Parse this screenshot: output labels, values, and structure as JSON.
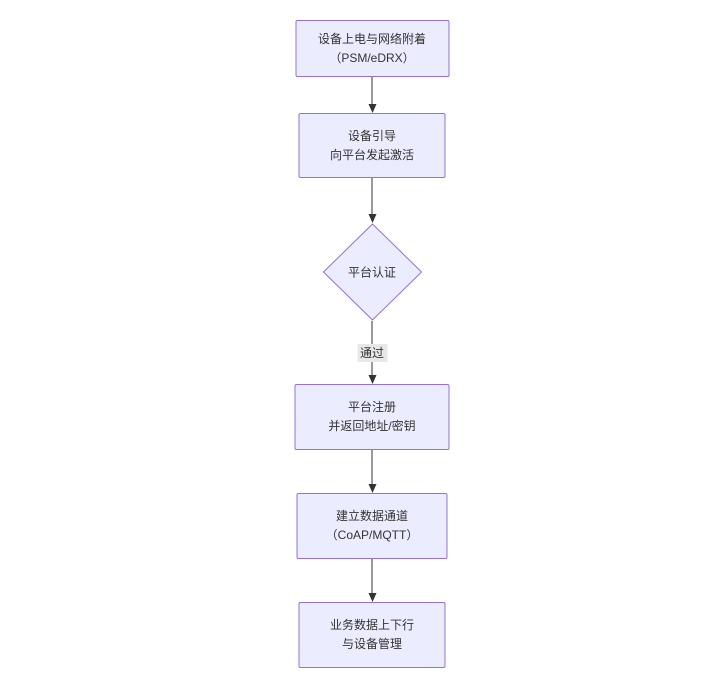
{
  "theme": {
    "background": "#ffffff",
    "node_fill": "#ececff",
    "node_border": "#9370db",
    "text_color": "#333333",
    "arrow_color": "#333333",
    "edge_label_bg": "#e8e8e8"
  },
  "diagram": {
    "type": "flowchart-vertical",
    "nodes": [
      {
        "shape": "rect",
        "line1": "设备上电与网络附着",
        "line2": "（PSM/eDRX）"
      },
      {
        "shape": "rect",
        "line1": "设备引导",
        "line2": "向平台发起激活"
      },
      {
        "shape": "diamond",
        "line1": "平台认证",
        "line2": ""
      },
      {
        "shape": "rect",
        "line1": "平台注册",
        "line2": "并返回地址/密钥"
      },
      {
        "shape": "rect",
        "line1": "建立数据通道",
        "line2": "（CoAP/MQTT）"
      },
      {
        "shape": "rect",
        "line1": "业务数据上下行",
        "line2": "与设备管理"
      }
    ],
    "edges": [
      {
        "from": 0,
        "to": 1,
        "label": ""
      },
      {
        "from": 1,
        "to": 2,
        "label": ""
      },
      {
        "from": 2,
        "to": 3,
        "label": "通过"
      },
      {
        "from": 3,
        "to": 4,
        "label": ""
      },
      {
        "from": 4,
        "to": 5,
        "label": ""
      }
    ]
  }
}
